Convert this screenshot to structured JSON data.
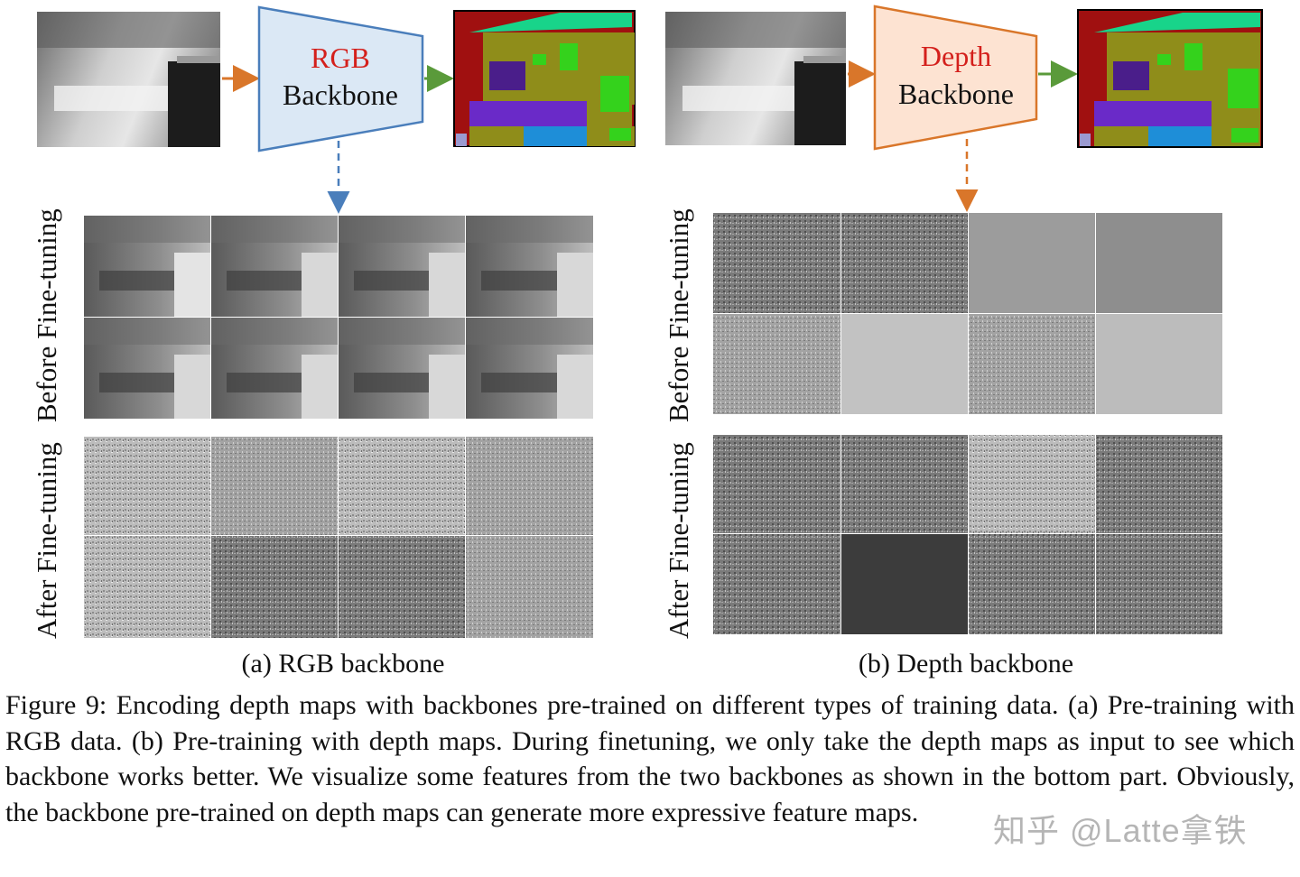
{
  "panel_a": {
    "backbone_line1": "RGB",
    "backbone_line2": "Backbone",
    "label_before": "Before Fine-tuning",
    "label_after": "After Fine-tuning",
    "subcaption": "(a) RGB backbone"
  },
  "panel_b": {
    "backbone_line1": "Depth",
    "backbone_line2": "Backbone",
    "label_before": "Before Fine-tuning",
    "label_after": "After Fine-tuning",
    "subcaption": "(b) Depth backbone"
  },
  "caption": {
    "label": "Figure 9:",
    "text": "Encoding depth maps with backbones pre-trained on different types of training data. (a) Pre-training with RGB data. (b) Pre-training with depth maps. During finetuning, we only take the depth maps as input to see which backbone works better. We visualize some features from the two backbones as shown in the bottom part. Obviously, the backbone pre-trained on depth maps can generate more expressive feature maps."
  },
  "watermark": "知乎 @Latte拿铁",
  "colors": {
    "rgb_text": "#d4201c",
    "rgb_box_fill": "#dbe8f5",
    "rgb_box_stroke": "#4a7ebb",
    "depth_box_fill": "#fde3d2",
    "depth_box_stroke": "#d9762a",
    "arrow_orange": "#d9762a",
    "arrow_green": "#5a9a3a"
  }
}
